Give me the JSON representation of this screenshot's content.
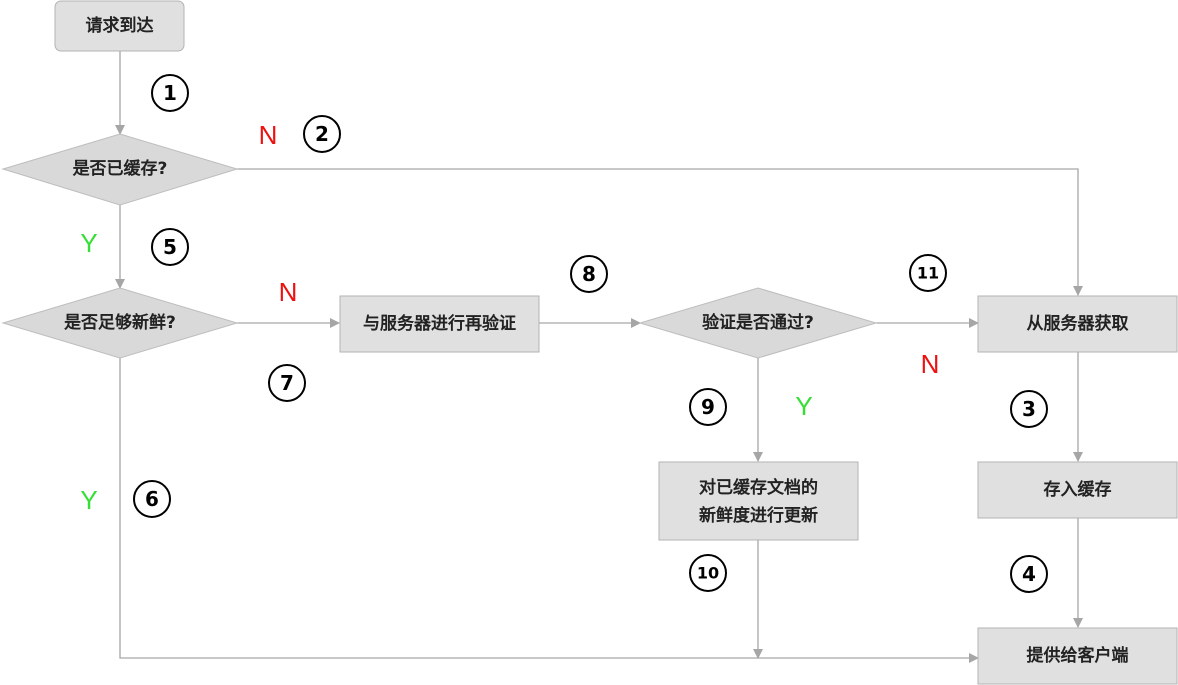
{
  "nodes": {
    "request_arrive": "请求到达",
    "is_cached": "是否已缓存?",
    "is_fresh": "是否足够新鲜?",
    "revalidate": "与服务器进行再验证",
    "validation_passed": "验证是否通过?",
    "fetch_from_server": "从服务器获取",
    "store_in_cache": "存入缓存",
    "update_freshness_line1": "对已缓存文档的",
    "update_freshness_line2": "新鲜度进行更新",
    "deliver_to_client": "提供给客户端"
  },
  "steps": {
    "s1": "1",
    "s2": "2",
    "s3": "3",
    "s4": "4",
    "s5": "5",
    "s6": "6",
    "s7": "7",
    "s8": "8",
    "s9": "9",
    "s10": "10",
    "s11": "11"
  },
  "branch_labels": {
    "cached_no": "N",
    "cached_yes": "Y",
    "fresh_no": "N",
    "fresh_yes": "Y",
    "valid_yes": "Y",
    "valid_no": "N"
  },
  "colors": {
    "yes": "#33e033",
    "no": "#ee1111",
    "node_fill": "#e0e0e0",
    "edge": "#a6a6a6"
  }
}
